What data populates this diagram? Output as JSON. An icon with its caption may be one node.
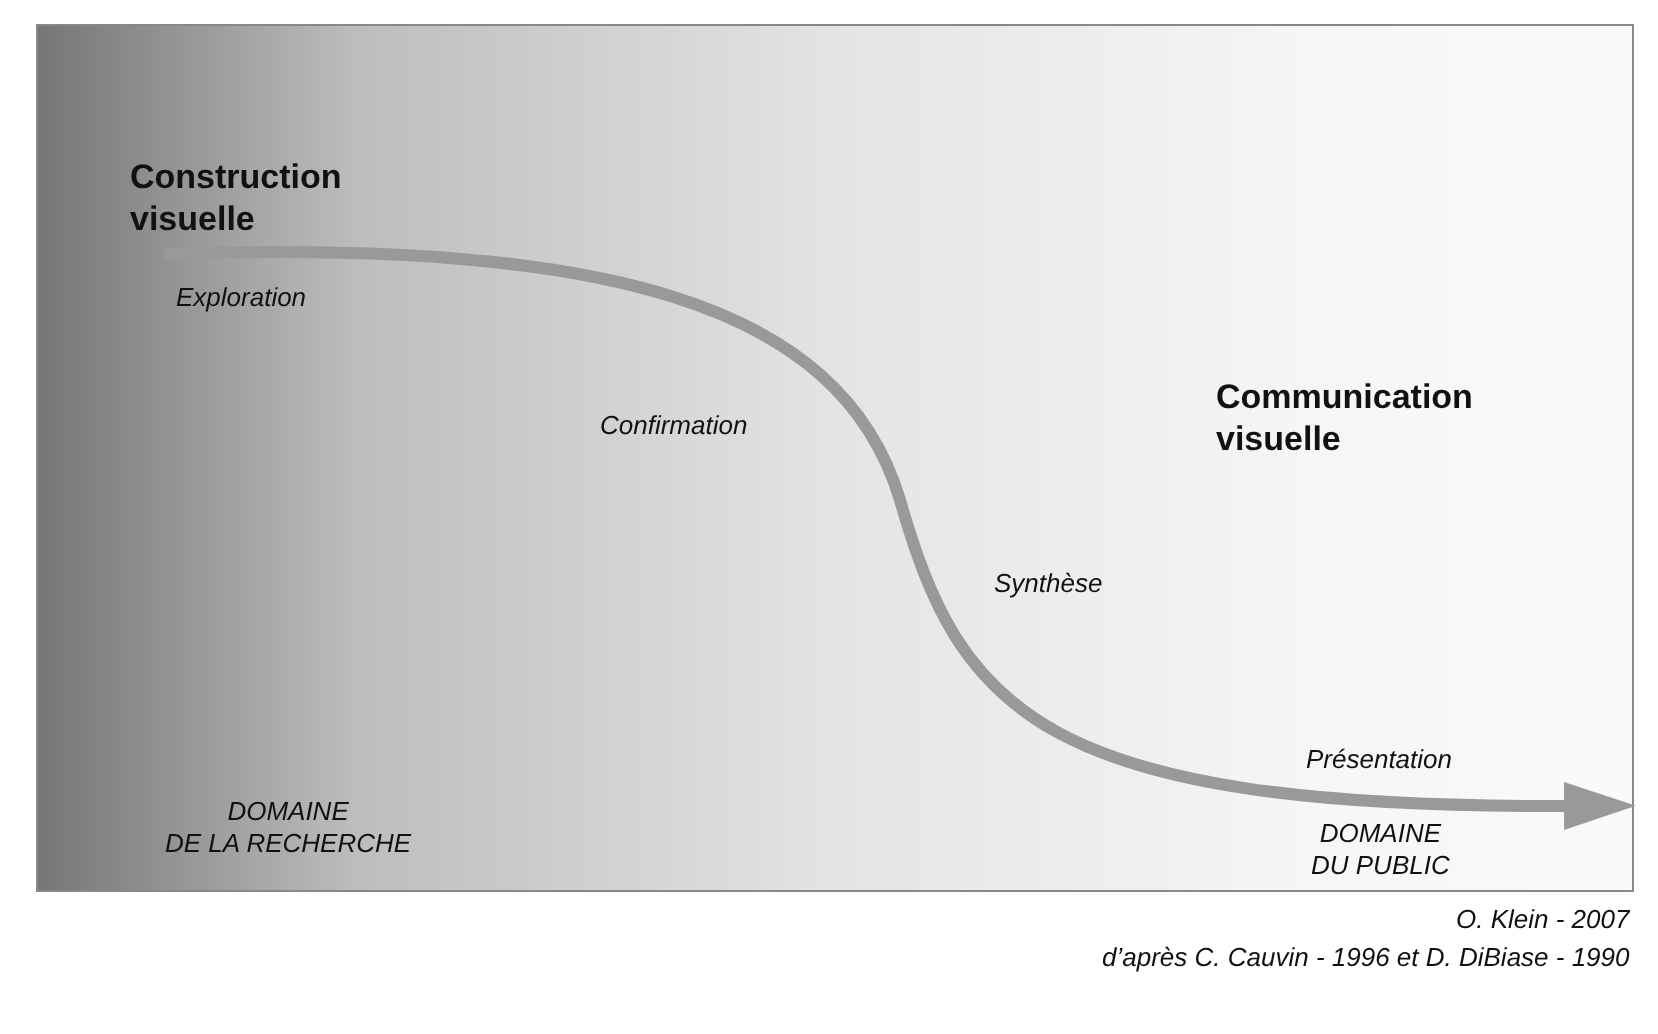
{
  "diagram": {
    "labels": [
      "Construction visuelle",
      "Exploration",
      "Confirmation",
      "Communication visuelle",
      "Synthèse",
      "Présentation",
      "DOMAINE DE LA RECHERCHE",
      "DOMAINE DU PUBLIC",
      "O. Klein - 2007",
      "d’après C. Cauvin - 1996 et D. DiBiase - 1990"
    ]
  }
}
